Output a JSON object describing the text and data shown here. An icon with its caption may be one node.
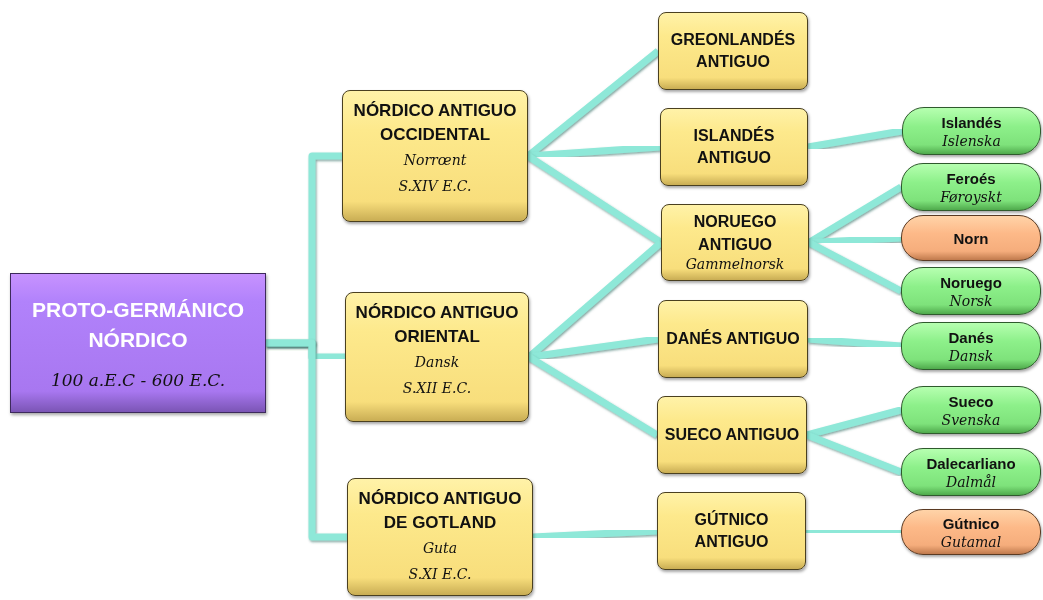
{
  "diagram": {
    "nodes": [
      {
        "text": [
          "PROTO-GERMÁNICO NÓRDICO",
          "100 a.E.C - 600 E.C."
        ]
      },
      {
        "text": [
          "NÓRDICO ANTIGUO OCCIDENTAL",
          "Norrœnt",
          "S.XIV E.C."
        ]
      },
      {
        "text": [
          "NÓRDICO ANTIGUO ORIENTAL",
          "Dansk",
          "S.XII E.C."
        ]
      },
      {
        "text": [
          "NÓRDICO ANTIGUO DE GOTLAND",
          "Guta",
          "S.XI E.C."
        ]
      },
      {
        "text": [
          "GREONLANDÉS ANTIGUO"
        ]
      },
      {
        "text": [
          "ISLANDÉS ANTIGUO"
        ]
      },
      {
        "text": [
          "NORUEGO ANTIGUO",
          "Gammelnorsk"
        ]
      },
      {
        "text": [
          "DANÉS ANTIGUO"
        ]
      },
      {
        "text": [
          "SUECO ANTIGUO"
        ]
      },
      {
        "text": [
          "GÚTNICO ANTIGUO"
        ]
      },
      {
        "text": [
          "Islandés",
          "Islenska"
        ]
      },
      {
        "text": [
          "Feroés",
          "Føroyskt"
        ]
      },
      {
        "text": [
          "Norn"
        ]
      },
      {
        "text": [
          "Noruego",
          "Norsk"
        ]
      },
      {
        "text": [
          "Danés",
          "Dansk"
        ]
      },
      {
        "text": [
          "Sueco",
          "Svenska"
        ]
      },
      {
        "text": [
          "Dalecarliano",
          "Dalmål"
        ]
      },
      {
        "text": [
          "Gútnico",
          "Gutamal"
        ]
      }
    ],
    "edges": [
      {
        "from": 0,
        "to": 1,
        "arrow": "none"
      },
      {
        "from": 0,
        "to": 2,
        "arrow": "none"
      },
      {
        "from": 0,
        "to": 3,
        "arrow": "none"
      },
      {
        "from": 1,
        "to": 4,
        "arrow": "none"
      },
      {
        "from": 1,
        "to": 5,
        "arrow": "none"
      },
      {
        "from": 1,
        "to": 6,
        "arrow": "none"
      },
      {
        "from": 2,
        "to": 6,
        "arrow": "none"
      },
      {
        "from": 2,
        "to": 7,
        "arrow": "none"
      },
      {
        "from": 2,
        "to": 8,
        "arrow": "none"
      },
      {
        "from": 3,
        "to": 9,
        "arrow": "none"
      },
      {
        "from": 5,
        "to": 10,
        "arrow": "none"
      },
      {
        "from": 6,
        "to": 11,
        "arrow": "none"
      },
      {
        "from": 6,
        "to": 12,
        "arrow": "none"
      },
      {
        "from": 6,
        "to": 13,
        "arrow": "none"
      },
      {
        "from": 7,
        "to": 14,
        "arrow": "none"
      },
      {
        "from": 8,
        "to": 15,
        "arrow": "none"
      },
      {
        "from": 8,
        "to": 16,
        "arrow": "none"
      },
      {
        "from": 9,
        "to": 17,
        "arrow": "none"
      }
    ]
  }
}
